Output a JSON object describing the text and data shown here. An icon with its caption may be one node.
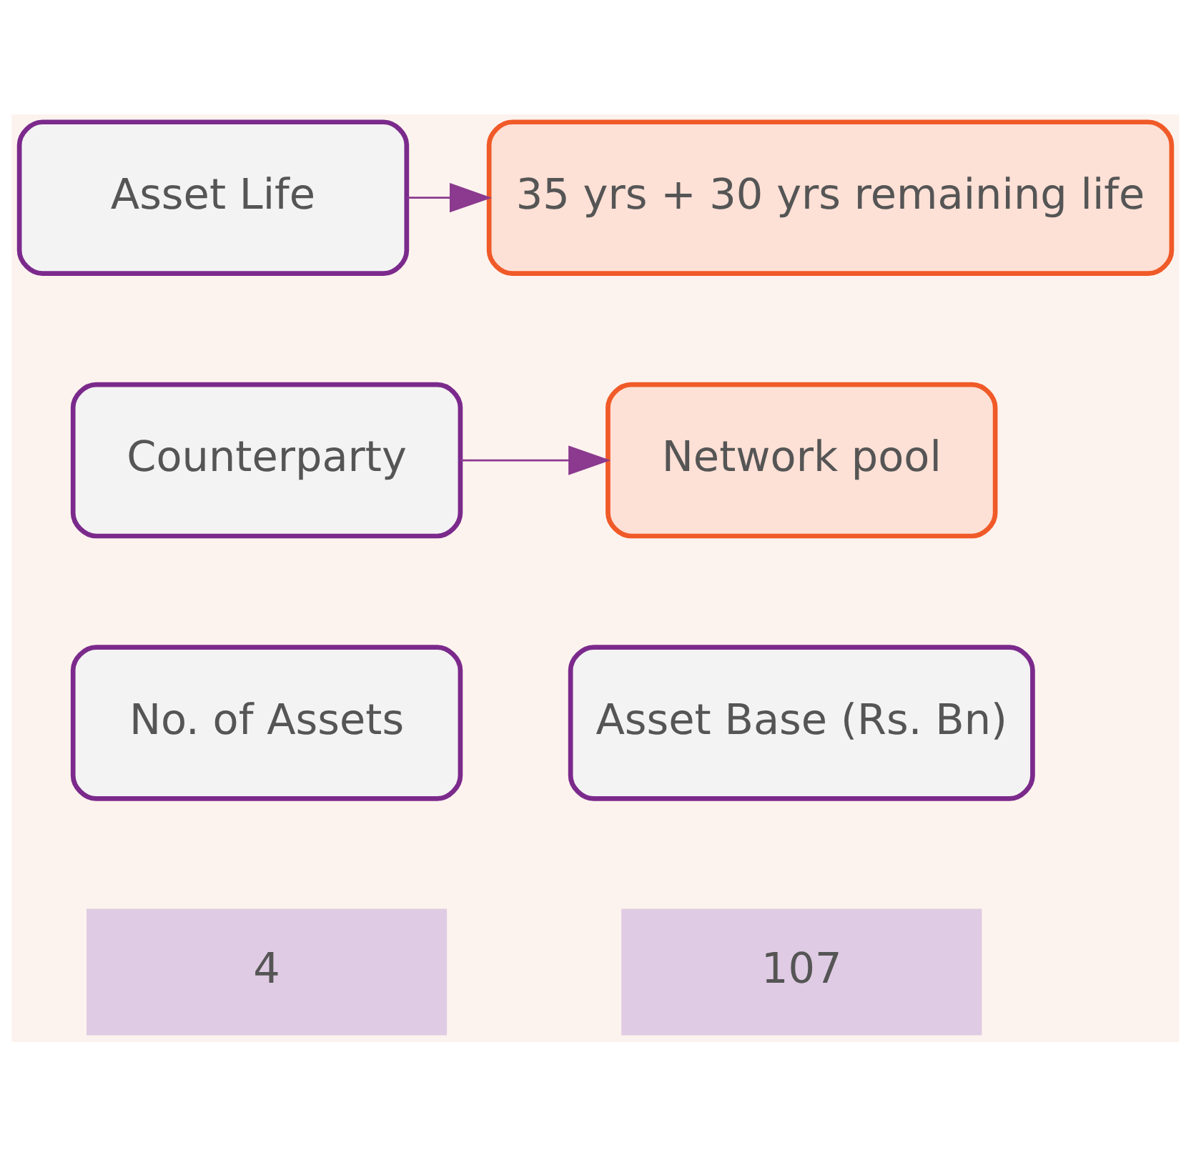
{
  "diagram": {
    "nodes": [
      {
        "text": [
          "Asset Life"
        ]
      },
      {
        "text": [
          "35 yrs + 30 yrs remaining life"
        ]
      },
      {
        "text": [
          "Counterparty"
        ]
      },
      {
        "text": [
          "Network pool"
        ]
      },
      {
        "text": [
          "No. of Assets"
        ]
      },
      {
        "text": [
          "Asset Base (Rs. Bn)"
        ]
      },
      {
        "text": [
          "4"
        ]
      },
      {
        "text": [
          "107"
        ]
      }
    ],
    "edges": [
      {
        "from": 0,
        "to": 1,
        "arrow": "to"
      },
      {
        "from": 2,
        "to": 3,
        "arrow": "to"
      }
    ]
  }
}
